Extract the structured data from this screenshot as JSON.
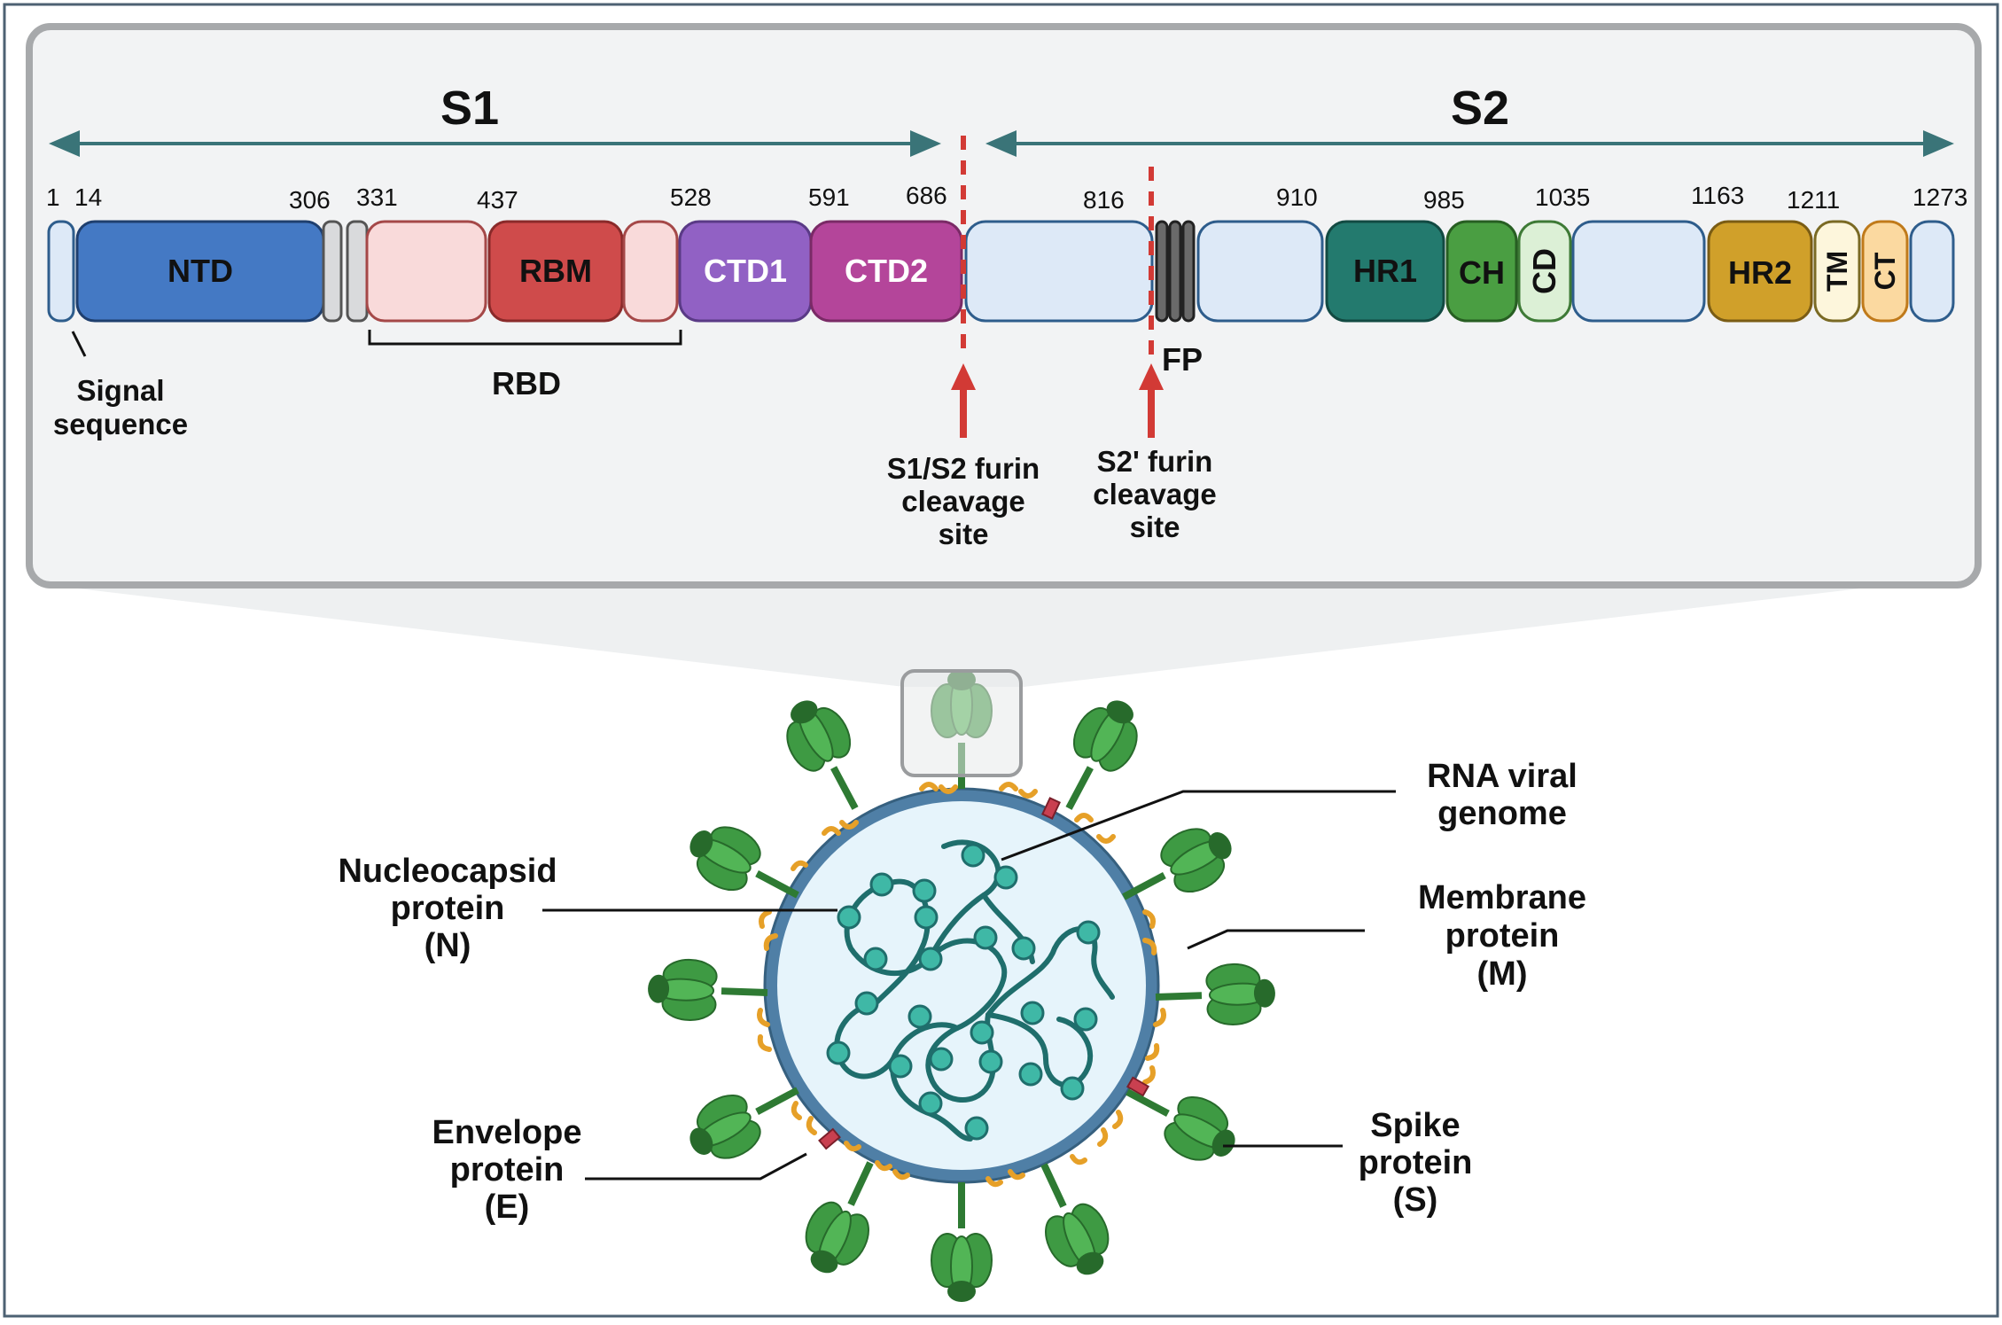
{
  "regions": {
    "s1": "S1",
    "s2": "S2"
  },
  "positions": [
    "1",
    "14",
    "306",
    "331",
    "437",
    "528",
    "591",
    "686",
    "816",
    "910",
    "985",
    "1035",
    "1163",
    "1211",
    "1273"
  ],
  "domains": {
    "ntd": "NTD",
    "rbm": "RBM",
    "ctd1": "CTD1",
    "ctd2": "CTD2",
    "hr1": "HR1",
    "ch": "CH",
    "cd": "CD",
    "hr2": "HR2",
    "tm": "TM",
    "ct": "CT",
    "fp": "FP",
    "rbd": "RBD"
  },
  "annotations": {
    "signal": [
      "Signal",
      "sequence"
    ],
    "s1s2_site": [
      "S1/S2 furin",
      "cleavage",
      "site"
    ],
    "s2prime_site": [
      "S2' furin",
      "cleavage",
      "site"
    ]
  },
  "virion_labels": {
    "rna": [
      "RNA viral",
      "genome"
    ],
    "nucleocapsid": [
      "Nucleocapsid",
      "protein",
      "(N)"
    ],
    "membrane": [
      "Membrane",
      "protein",
      "(M)"
    ],
    "envelope": [
      "Envelope",
      "protein",
      "(E)"
    ],
    "spike": [
      "Spike",
      "protein",
      "(S)"
    ]
  },
  "colors": {
    "teal_arrow": "#3a7478",
    "ntd": "#4479c4",
    "rbd_light": "#f9dada",
    "rbm": "#cf4b4b",
    "ctd1": "#9161c4",
    "ctd2": "#b4459a",
    "s2_light": "#dde9f7",
    "hr1": "#237a6e",
    "ch": "#4a9e42",
    "cd": "#dcf0d6",
    "hr2": "#d0a02a",
    "tm": "#fdf6dc",
    "ct": "#fbd9a0",
    "cleavage": "#d23a35",
    "virion_fill": "#e6f4fb",
    "membrane": "#4f7fa6",
    "spike": "#3e9a43",
    "m_protein": "#e6a028",
    "rna": "#1f6e6c",
    "n_protein": "#3fb8a6"
  }
}
